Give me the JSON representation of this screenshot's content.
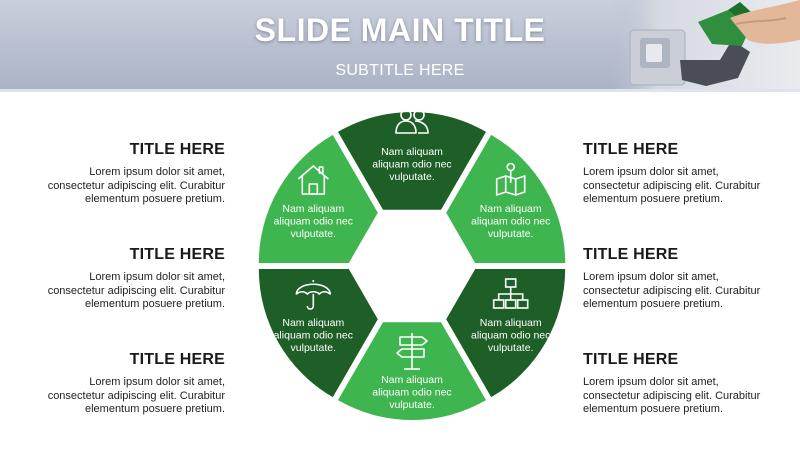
{
  "header": {
    "title": "SLIDE MAIN TITLE",
    "subtitle": "SUBTITLE HERE"
  },
  "colors": {
    "dark_green": "#1e5f27",
    "light_green": "#3fb54f",
    "header_bg": "#bcc3d3"
  },
  "left_blocks": [
    {
      "title": "TITLE HERE",
      "lines": [
        "Lorem ipsum dolor sit amet,",
        "consectetur adipiscing elit. Curabitur",
        "elementum posuere pretium."
      ]
    },
    {
      "title": "TITLE HERE",
      "lines": [
        "Lorem ipsum dolor sit amet,",
        "consectetur adipiscing elit. Curabitur",
        "elementum posuere pretium."
      ]
    },
    {
      "title": "TITLE HERE",
      "lines": [
        "Lorem ipsum dolor sit amet,",
        "consectetur adipiscing elit. Curabitur",
        "elementum posuere pretium."
      ]
    }
  ],
  "right_blocks": [
    {
      "title": "TITLE HERE",
      "lines": [
        "Lorem ipsum dolor sit amet,",
        "consectetur adipiscing elit. Curabitur",
        "elementum posuere pretium."
      ]
    },
    {
      "title": "TITLE HERE",
      "lines": [
        "Lorem ipsum dolor sit amet,",
        "consectetur adipiscing elit. Curabitur",
        "elementum posuere pretium."
      ]
    },
    {
      "title": "TITLE HERE",
      "lines": [
        "Lorem ipsum dolor sit amet,",
        "consectetur adipiscing elit. Curabitur",
        "elementum posuere pretium."
      ]
    }
  ],
  "segments": [
    {
      "icon": "users-icon",
      "shade": "dark",
      "lines": [
        "Nam aliquam",
        "aliquam odio nec",
        "vulputate."
      ]
    },
    {
      "icon": "map-pin-icon",
      "shade": "light",
      "lines": [
        "Nam aliquam",
        "aliquam odio nec",
        "vulputate."
      ]
    },
    {
      "icon": "network-icon",
      "shade": "dark",
      "lines": [
        "Nam aliquam",
        "aliquam odio nec",
        "vulputate."
      ]
    },
    {
      "icon": "signpost-icon",
      "shade": "light",
      "lines": [
        "Nam aliquam",
        "aliquam odio nec",
        "vulputate."
      ]
    },
    {
      "icon": "umbrella-icon",
      "shade": "dark",
      "lines": [
        "Nam aliquam",
        "aliquam odio nec",
        "vulputate."
      ]
    },
    {
      "icon": "house-icon",
      "shade": "light",
      "lines": [
        "Nam aliquam",
        "aliquam odio nec",
        "vulputate."
      ]
    }
  ]
}
